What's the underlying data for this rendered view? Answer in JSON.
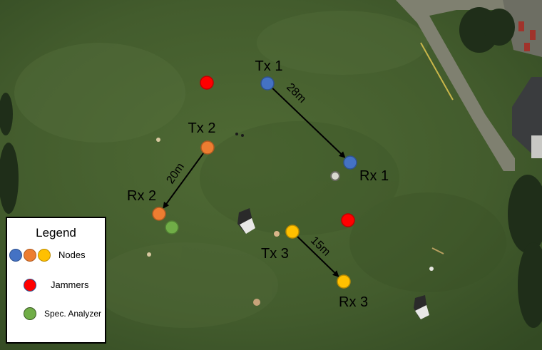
{
  "map": {
    "nodes": [
      {
        "id": "tx1",
        "label": "Tx 1",
        "color": "#4472c4",
        "stroke": "#2f528f"
      },
      {
        "id": "rx1",
        "label": "Rx 1",
        "color": "#4472c4",
        "stroke": "#2f528f"
      },
      {
        "id": "tx2",
        "label": "Tx 2",
        "color": "#ed7d31",
        "stroke": "#ae5a21"
      },
      {
        "id": "rx2",
        "label": "Rx 2",
        "color": "#ed7d31",
        "stroke": "#ae5a21"
      },
      {
        "id": "tx3",
        "label": "Tx 3",
        "color": "#ffc000",
        "stroke": "#bc8c00"
      },
      {
        "id": "rx3",
        "label": "Rx 3",
        "color": "#ffc000",
        "stroke": "#bc8c00"
      }
    ],
    "links": [
      {
        "from": "tx1",
        "to": "rx1",
        "distance": "28m"
      },
      {
        "from": "tx2",
        "to": "rx2",
        "distance": "20m"
      },
      {
        "from": "tx3",
        "to": "rx3",
        "distance": "15m"
      }
    ],
    "jammer_color": "#ff0000",
    "analyzer_color": "#70ad47"
  },
  "legend": {
    "title": "Legend",
    "nodes_label": "Nodes",
    "jammers_label": "Jammers",
    "analyzer_label": "Spec. Analyzer"
  }
}
